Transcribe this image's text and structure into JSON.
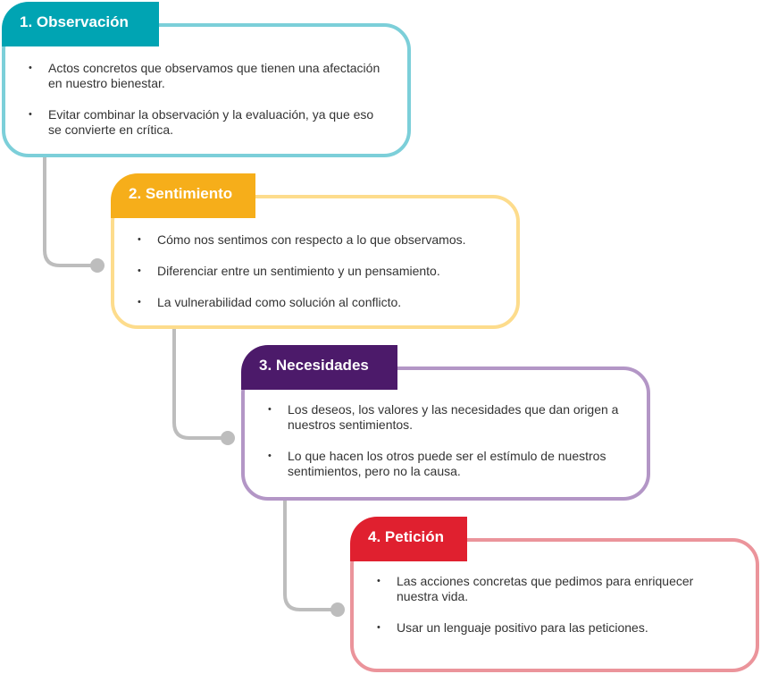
{
  "steps": [
    {
      "title": "1. Observación",
      "items": [
        "Actos concretos que observamos que tienen una afectación en nuestro bienestar.",
        "Evitar combinar la observación y la evaluación, ya que eso se convierte en crítica."
      ],
      "tab_color": "#00a4b3",
      "border_color": "#7ccfd9"
    },
    {
      "title": "2. Sentimiento",
      "items": [
        "Cómo nos sentimos con respecto a lo que observamos.",
        "Diferenciar entre un sentimiento y un pensamiento.",
        "La vulnerabilidad como solución al conflicto."
      ],
      "tab_color": "#f6ae1a",
      "border_color": "#fddc8c"
    },
    {
      "title": "3. Necesidades",
      "items": [
        "Los deseos, los valores y las necesidades que dan origen a nuestros sentimientos.",
        "Lo que hacen los otros puede ser el estímulo de nuestros sentimientos, pero no la causa."
      ],
      "tab_color": "#4c1a6a",
      "border_color": "#b396c6"
    },
    {
      "title": "4. Petición",
      "items": [
        "Las acciones concretas que pedimos para enriquecer nuestra vida.",
        "Usar un lenguaje positivo para las peticiones."
      ],
      "tab_color": "#e0202f",
      "border_color": "#eb949b"
    }
  ],
  "connector_color": "#bdbdbd"
}
